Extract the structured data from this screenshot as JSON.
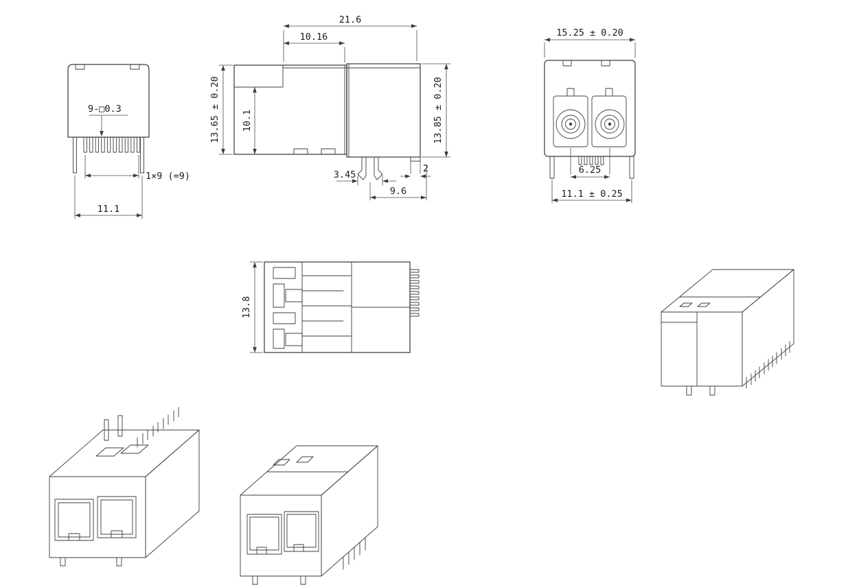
{
  "page": {
    "background": "#ffffff",
    "line_color": "#3c3c3c",
    "text_color": "#1c1c1c"
  },
  "dims": {
    "side_profile": {
      "pin_square": "9-□0.3",
      "pin_row": "1×9 (=9)",
      "body_width": "11.1"
    },
    "side_section": {
      "overall_depth": "21.6",
      "inner_depth": "10.16",
      "height_left": "13.65 ± 0.20",
      "inner_height": "10.1",
      "height_right": "13.85 ± 0.20",
      "post_width": "3.45",
      "edge_step": "2",
      "post_offset": "9.6"
    },
    "front": {
      "overall_width": "15.25 ± 0.20",
      "port_pitch": "6.25",
      "leg_pitch": "11.1 ± 0.25"
    },
    "top": {
      "depth": "13.8"
    }
  }
}
